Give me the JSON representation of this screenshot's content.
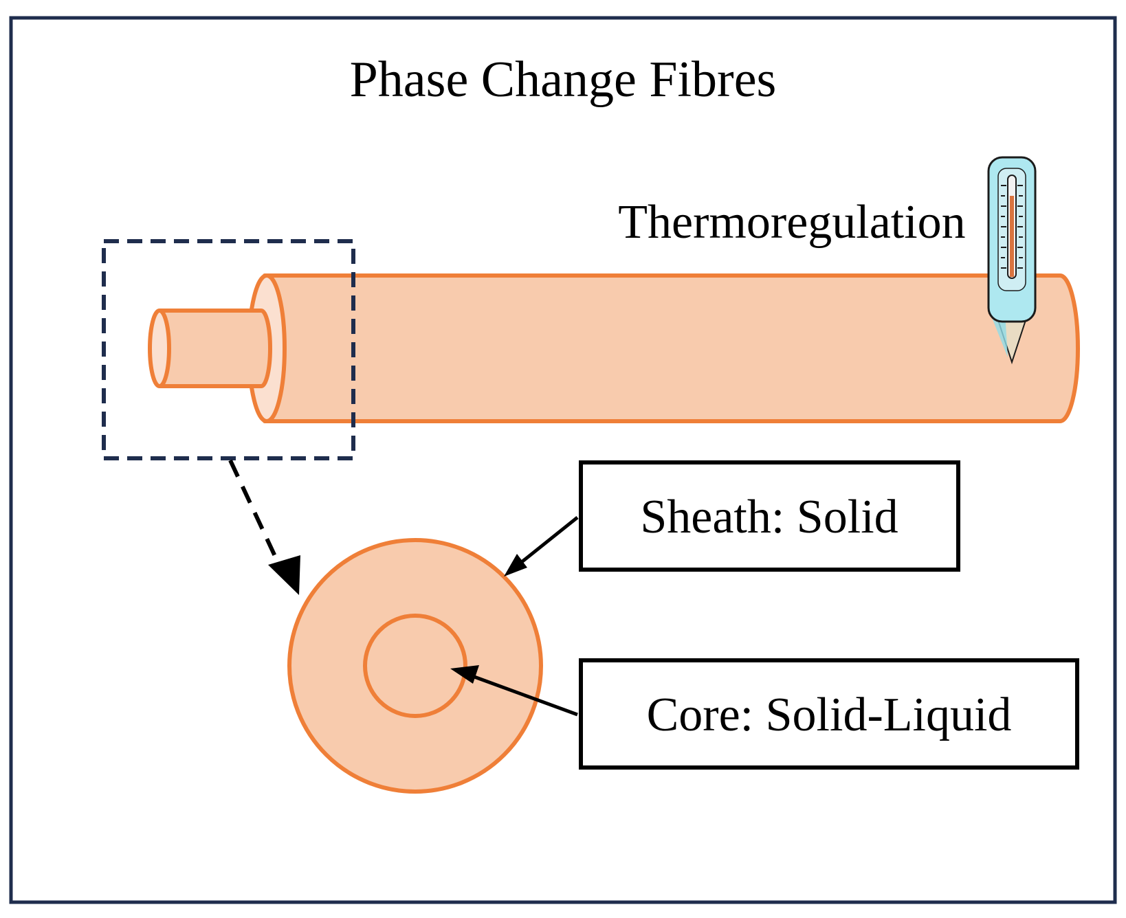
{
  "title": "Phase Change Fibres",
  "labels": {
    "thermoregulation": "Thermoregulation",
    "sheath": "Sheath: Solid",
    "core": "Core: Solid-Liquid"
  },
  "colors": {
    "frame": "#1f2d4d",
    "fibre_fill": "#f8cbad",
    "fibre_inner_fill": "#fbe0d0",
    "fibre_stroke": "#ef7f38",
    "callout_stroke": "#000000",
    "thermometer_fill": "#aee8f0",
    "thermometer_stroke": "#1b1b1b"
  },
  "icons": {
    "thermometer": "thermometer-icon"
  }
}
